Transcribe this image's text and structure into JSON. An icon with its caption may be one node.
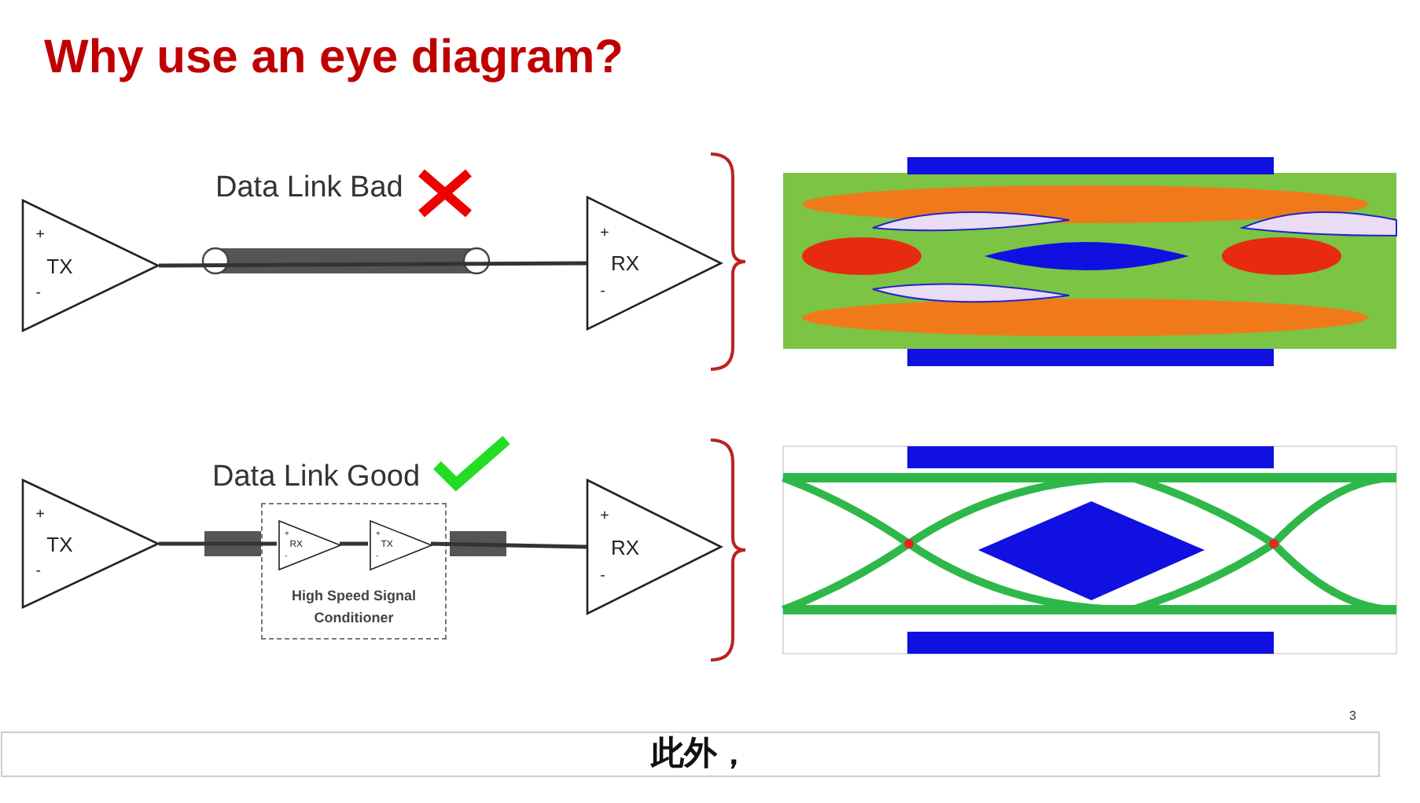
{
  "diagram": {
    "title": "Why use an eye diagram?",
    "nodes": [
      {
        "text": [
          "TX",
          "+",
          "-"
        ]
      },
      {
        "text": [
          "RX",
          "+",
          "-"
        ]
      },
      {
        "text": [
          "TX",
          "+",
          "-"
        ]
      },
      {
        "text": [
          "High Speed Signal Conditioner"
        ]
      },
      {
        "text": [
          "RX",
          "+",
          "-"
        ],
        "in": 3
      },
      {
        "text": [
          "TX",
          "+",
          "-"
        ],
        "in": 3
      },
      {
        "text": [
          "RX",
          "+",
          "-"
        ]
      }
    ],
    "edges": [
      {
        "from": 0,
        "to": 1,
        "arrow": "none"
      },
      {
        "from": 2,
        "to": 4,
        "arrow": "none"
      },
      {
        "from": 4,
        "to": 5,
        "arrow": "none"
      },
      {
        "from": 5,
        "to": 6,
        "arrow": "none"
      }
    ],
    "labels": [
      "Data Link Bad",
      "Data Link Good",
      "3",
      "此外，"
    ]
  }
}
